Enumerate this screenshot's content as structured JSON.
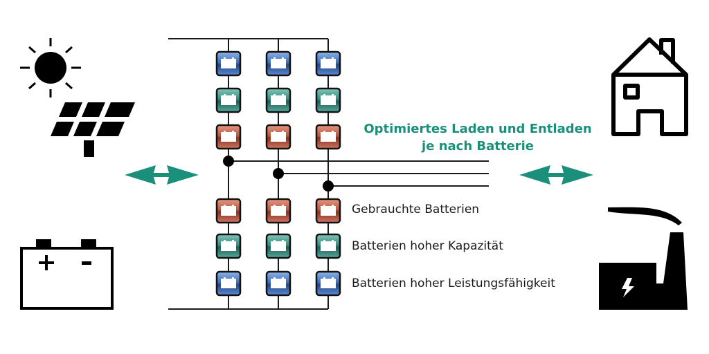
{
  "title": "Optimiertes Laden und Entladen je nach Batterie",
  "headline": {
    "line1": "Optimiertes Laden und Entladen",
    "line2": "je nach Batterie"
  },
  "colors": {
    "accent": "#1a8f7a",
    "used_battery": "#b5523b",
    "high_capacity_battery": "#2e8a7e",
    "high_power_battery": "#3565b0",
    "line": "#1a1a1a"
  },
  "legend": [
    {
      "type": "used",
      "label": "Gebrauchte Batterien"
    },
    {
      "type": "capacity",
      "label": "Batterien hoher Kapazität"
    },
    {
      "type": "power",
      "label": "Batterien hoher Leistungsfähigkeit"
    }
  ],
  "battery_strings": {
    "count": 3,
    "top_group": [
      "power",
      "capacity",
      "used"
    ],
    "bottom_group": [
      "used",
      "capacity",
      "power"
    ]
  },
  "sources": [
    {
      "icon": "sun-icon",
      "name": "Sonne"
    },
    {
      "icon": "solar-panel-icon",
      "name": "Solarmodul"
    },
    {
      "icon": "battery-icon",
      "name": "Batterie",
      "terminals": [
        "+",
        "-"
      ]
    }
  ],
  "consumers": [
    {
      "icon": "house-icon",
      "name": "Haus"
    },
    {
      "icon": "power-plant-icon",
      "name": "Kraftwerk"
    }
  ],
  "arrows": [
    {
      "icon": "bidirectional-arrow-icon",
      "side": "left"
    },
    {
      "icon": "bidirectional-arrow-icon",
      "side": "right"
    }
  ]
}
